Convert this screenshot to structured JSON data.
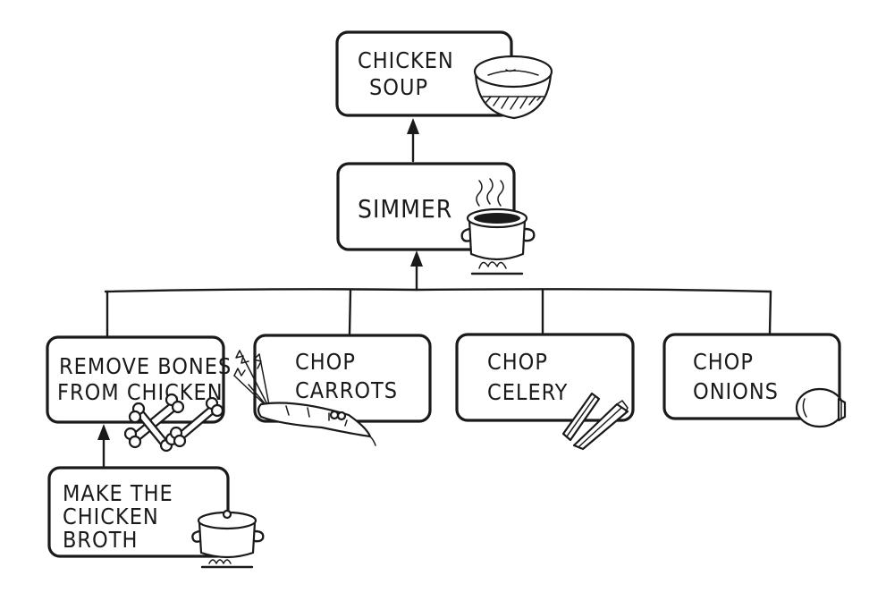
{
  "nodes": {
    "chicken_soup": [
      "CHICKEN",
      "SOUP"
    ],
    "simmer": [
      "SIMMER"
    ],
    "remove_bones": [
      "REMOVE BONES",
      "FROM CHICKEN"
    ],
    "chop_carrots": [
      "CHOP",
      "CARROTS"
    ],
    "chop_celery": [
      "CHOP",
      "CELERY"
    ],
    "chop_onions": [
      "CHOP",
      "ONIONS"
    ],
    "make_broth": [
      "MAKE THE",
      "CHICKEN",
      "BROTH"
    ]
  },
  "icons": {
    "chicken_soup": "soup-bowl-icon",
    "simmer": "simmering-pot-icon",
    "remove_bones": "bones-icon",
    "chop_carrots": "carrot-icon",
    "chop_celery": "celery-icon",
    "chop_onions": "onion-icon",
    "make_broth": "broth-pot-icon"
  }
}
